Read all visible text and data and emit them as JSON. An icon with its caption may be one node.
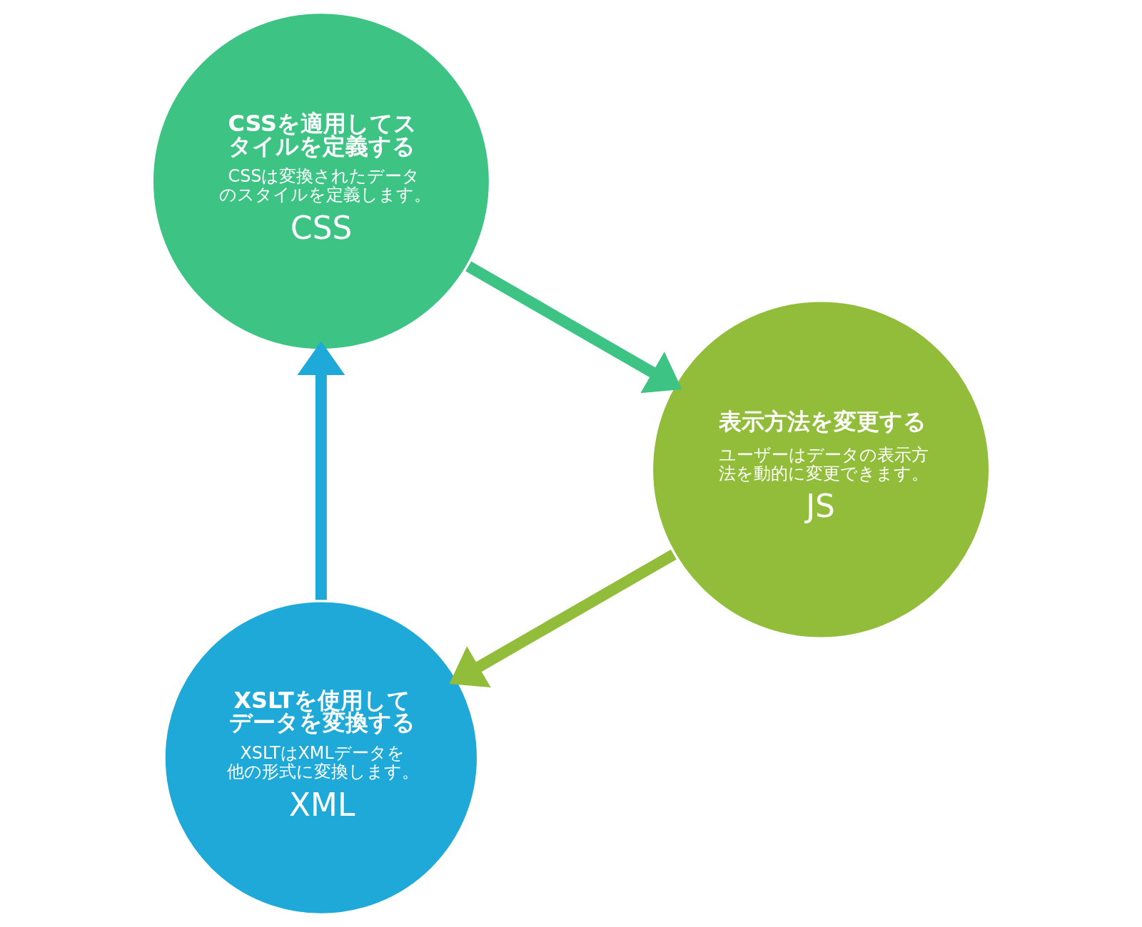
{
  "diagram": {
    "nodes": [
      {
        "text": [
          "XSLTを使用してデータを変換する",
          "XSLTはXMLデータを他の形式に変換します。",
          "XML"
        ]
      },
      {
        "text": [
          "CSSを適用してスタイルを定義する",
          "CSSは変換されたデータのスタイルを定義します。",
          "CSS"
        ]
      },
      {
        "text": [
          "表示方法を変更する",
          "ユーザーはデータの表示方法を動的に変更できます。",
          "JS"
        ]
      }
    ],
    "edges": [
      {
        "from": 0,
        "to": 1,
        "arrow": "to",
        "color": "#1ea9d9"
      },
      {
        "from": 1,
        "to": 2,
        "arrow": "to",
        "color": "#3dc484"
      },
      {
        "from": 2,
        "to": 0,
        "arrow": "to",
        "color": "#92bd3a"
      }
    ]
  }
}
